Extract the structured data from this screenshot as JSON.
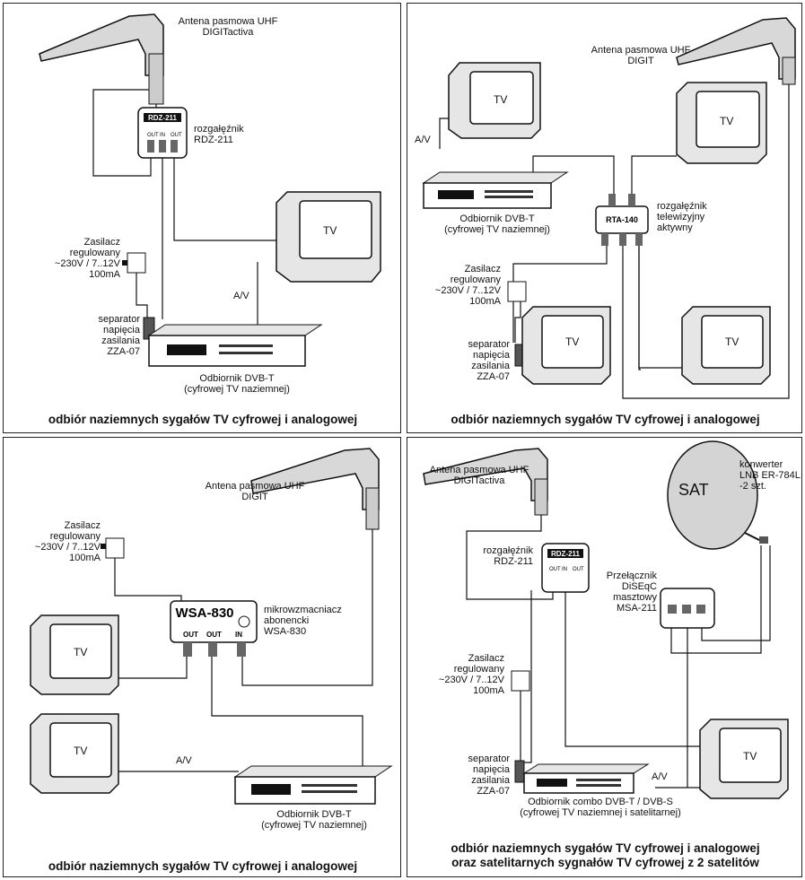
{
  "panels": [
    {
      "antenna_label": "Antena pasmowa UHF\nDIGITactiva",
      "splitter_label": "rozgałęźnik\nRDZ-211",
      "splitter_name": "RDZ-211",
      "ports": [
        "OUT",
        "IN",
        "OUT"
      ],
      "psu_label": "Zasilacz\nregulowany\n~230V / 7..12V\n100mA",
      "separator_label": "separator\nnapięcia\nzasilania\nZZA-07",
      "av_label": "A/V",
      "tv_label": "TV",
      "receiver_label": "Odbiornik DVB-T\n(cyfrowej TV naziemnej)",
      "caption": "odbiór naziemnych sygałów TV cyfrowej i analogowej"
    },
    {
      "antenna_label": "Antena pasmowa UHF\nDIGIT",
      "splitter_label": "rozgałęźnik\ntelewizyjny\naktywny",
      "splitter_name": "RTA-140",
      "psu_label": "Zasilacz\nregulowany\n~230V / 7..12V\n100mA",
      "separator_label": "separator\nnapięcia\nzasilania\nZZA-07",
      "av_label": "A/V",
      "tv_label": "TV",
      "receiver_label": "Odbiornik DVB-T\n(cyfrowej TV naziemnej)",
      "caption": "odbiór naziemnych sygałów TV cyfrowej i analogowej"
    },
    {
      "antenna_label": "Antena pasmowa UHF\nDIGIT",
      "amp_name": "WSA-830",
      "amp_label": "mikrowzmacniacz\nabonencki\nWSA-830",
      "ports": [
        "OUT",
        "OUT",
        "IN"
      ],
      "psu_label": "Zasilacz\nregulowany\n~230V / 7..12V\n100mA",
      "av_label": "A/V",
      "tv_label": "TV",
      "receiver_label": "Odbiornik DVB-T\n(cyfrowej TV naziemnej)",
      "caption": "odbiór naziemnych sygałów TV cyfrowej i analogowej"
    },
    {
      "antenna_label": "Antena pasmowa UHF\nDIGITactiva",
      "splitter_label": "rozgałęźnik\nRDZ-211",
      "splitter_name": "RDZ-211",
      "ports": [
        "OUT",
        "IN",
        "OUT"
      ],
      "sat_label": "SAT",
      "lnb_label": "konwerter\nLNB ER-784L\n-2 szt.",
      "diseqc_label": "Przełącznik\nDiSEqC\nmasztowy\nMSA-211",
      "psu_label": "Zasilacz\nregulowany\n~230V / 7..12V\n100mA",
      "separator_label": "separator\nnapięcia\nzasilania\nZZA-07",
      "av_label": "A/V",
      "tv_label": "TV",
      "receiver_label": "Odbiornik combo DVB-T / DVB-S\n(cyfrowej TV naziemnej i satelitarnej)",
      "caption": "odbiór naziemnych sygałów TV cyfrowej i analogowej\noraz satelitarnych sygnałów TV cyfrowej z 2 satelitów"
    }
  ]
}
